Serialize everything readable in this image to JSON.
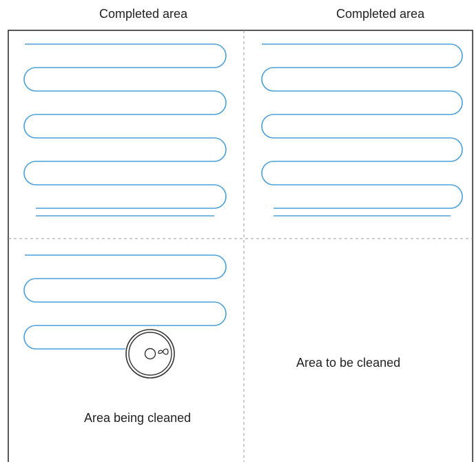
{
  "labels": {
    "top_left": "Completed area",
    "top_right": "Completed area",
    "area_to_be_cleaned": "Area to be cleaned",
    "area_being_cleaned": "Area being cleaned"
  },
  "colors": {
    "frame": "#222222",
    "divider": "#9a9a9a",
    "path": "#4a9fd8",
    "robot": "#333333"
  },
  "icons": {
    "robot": "robot-vacuum-icon"
  }
}
